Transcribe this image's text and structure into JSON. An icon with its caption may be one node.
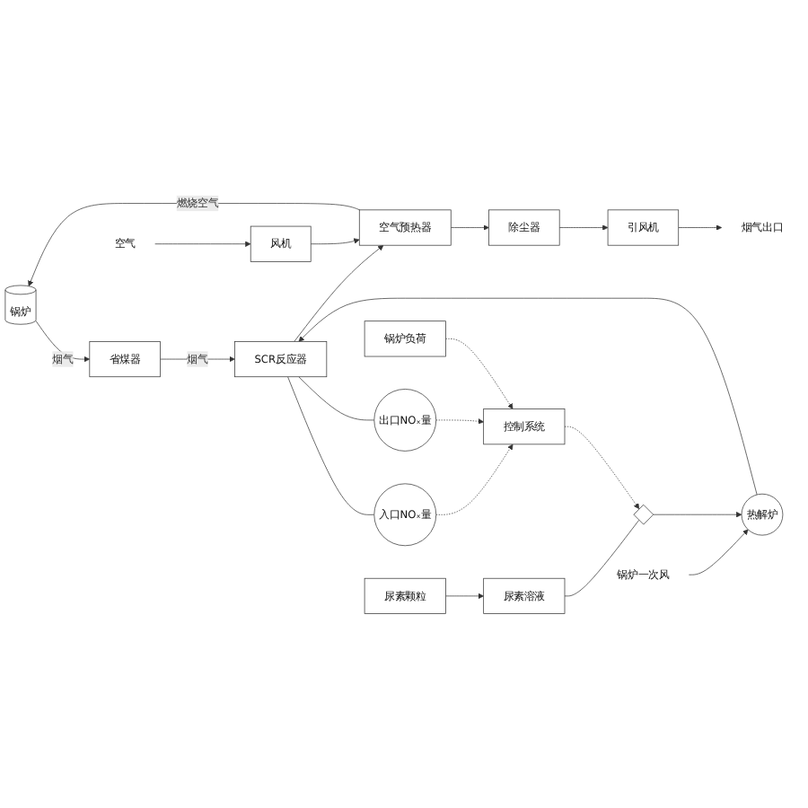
{
  "diagram": {
    "nodes": [
      {
        "text": [
          "锅炉"
        ]
      },
      {
        "text": [
          "省煤器"
        ]
      },
      {
        "text": [
          "SCR反应器"
        ]
      },
      {
        "text": [
          "空气预热器"
        ]
      },
      {
        "text": [
          "除尘器"
        ]
      },
      {
        "text": [
          "引风机"
        ]
      },
      {
        "text": [
          "烟气出口"
        ]
      },
      {
        "text": [
          "风机"
        ]
      },
      {
        "text": [
          "空气"
        ]
      },
      {
        "text": [
          "入口NOₓ量"
        ]
      },
      {
        "text": [
          "出口NOₓ量"
        ]
      },
      {
        "text": [
          "控制系统"
        ]
      },
      {
        "text": [
          "锅炉负荷"
        ]
      },
      {
        "text": [
          "尿素溶液"
        ]
      },
      {
        "text": [
          "尿素颗粒"
        ]
      },
      {
        "text": [
          "热解炉"
        ]
      },
      {
        "text": [
          "锅炉一次风"
        ]
      },
      {
        "text": [],
        "shape": "valve"
      }
    ],
    "edges": [
      {
        "from": 0,
        "to": 1,
        "arrow": "to",
        "label": "烟气"
      },
      {
        "from": 1,
        "to": 2,
        "arrow": "to",
        "label": "烟气"
      },
      {
        "from": 2,
        "to": 3,
        "arrow": "to"
      },
      {
        "from": 3,
        "to": 4,
        "arrow": "to"
      },
      {
        "from": 4,
        "to": 5,
        "arrow": "to"
      },
      {
        "from": 5,
        "to": 6,
        "arrow": "to"
      },
      {
        "from": 8,
        "to": 7,
        "arrow": "to"
      },
      {
        "from": 7,
        "to": 3,
        "arrow": "to"
      },
      {
        "from": 3,
        "to": 0,
        "arrow": "to",
        "label": "燃烧空气"
      },
      {
        "from": 16,
        "to": 15,
        "arrow": "to"
      },
      {
        "from": 13,
        "to": 17,
        "arrow": "none"
      },
      {
        "from": 17,
        "to": 15,
        "arrow": "to"
      },
      {
        "from": 15,
        "to": 2,
        "arrow": "to"
      },
      {
        "from": 2,
        "to": 9,
        "arrow": "none"
      },
      {
        "from": 2,
        "to": 10,
        "arrow": "none"
      },
      {
        "from": 9,
        "to": 11,
        "arrow": "to",
        "style": "dashed"
      },
      {
        "from": 10,
        "to": 11,
        "arrow": "to",
        "style": "dashed"
      },
      {
        "from": 12,
        "to": 11,
        "arrow": "to",
        "style": "dashed"
      },
      {
        "from": 11,
        "to": 17,
        "arrow": "to",
        "style": "dashed"
      },
      {
        "from": 14,
        "to": 13,
        "arrow": "to"
      }
    ]
  }
}
